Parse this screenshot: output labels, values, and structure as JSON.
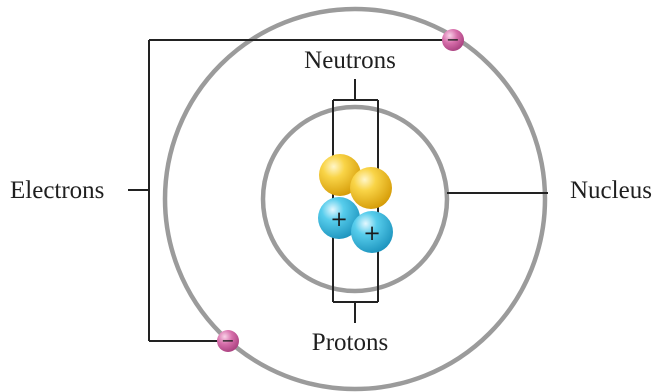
{
  "labels": {
    "neutrons": "Neutrons",
    "protons": "Protons",
    "electrons": "Electrons",
    "nucleus": "Nucleus"
  },
  "symbols": {
    "electron_charge": "−",
    "proton_charge": "+"
  },
  "colors": {
    "orbit": "#9b9b9b",
    "neutron": "#f5c21b",
    "proton": "#3ec0e3",
    "electron": "#d56ca8"
  },
  "counts": {
    "neutrons": 2,
    "protons": 2,
    "electrons": 2
  }
}
